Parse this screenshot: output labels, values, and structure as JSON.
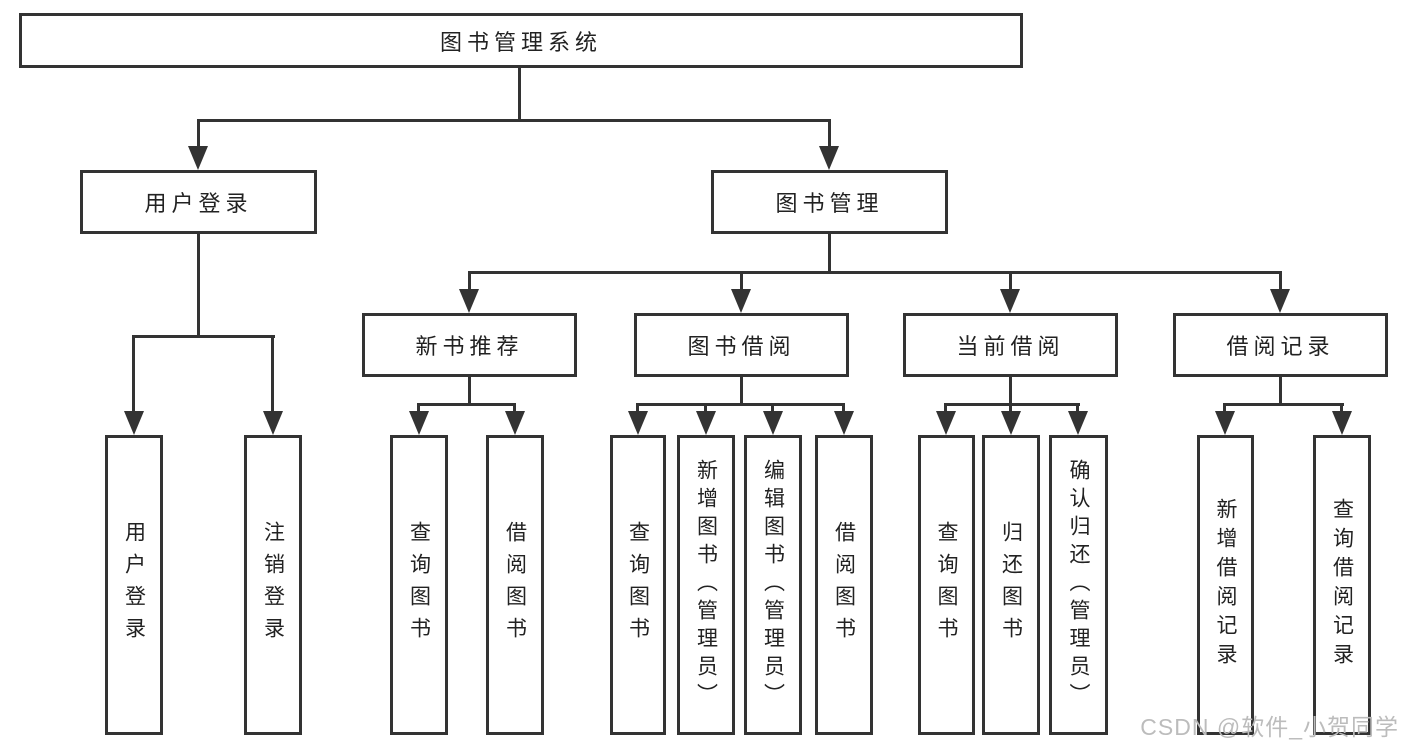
{
  "tree": {
    "root": {
      "label": "图书管理系统",
      "children": [
        {
          "label": "用户登录",
          "children": [
            {
              "label": "用户登录"
            },
            {
              "label": "注销登录"
            }
          ]
        },
        {
          "label": "图书管理",
          "children": [
            {
              "label": "新书推荐",
              "children": [
                {
                  "label": "查询图书"
                },
                {
                  "label": "借阅图书"
                }
              ]
            },
            {
              "label": "图书借阅",
              "children": [
                {
                  "label": "查询图书"
                },
                {
                  "label": "新增图书（管理员）"
                },
                {
                  "label": "编辑图书（管理员）"
                },
                {
                  "label": "借阅图书"
                }
              ]
            },
            {
              "label": "当前借阅",
              "children": [
                {
                  "label": "查询图书"
                },
                {
                  "label": "归还图书"
                },
                {
                  "label": "确认归还（管理员）"
                }
              ]
            },
            {
              "label": "借阅记录",
              "children": [
                {
                  "label": "新增借阅记录"
                },
                {
                  "label": "查询借阅记录"
                }
              ]
            }
          ]
        }
      ]
    }
  },
  "watermark": {
    "text": "CSDN @软件_小贺同学"
  },
  "colors": {
    "line": "#333333",
    "text": "#222222",
    "background": "#ffffff",
    "watermark": "#bcbcbc"
  }
}
